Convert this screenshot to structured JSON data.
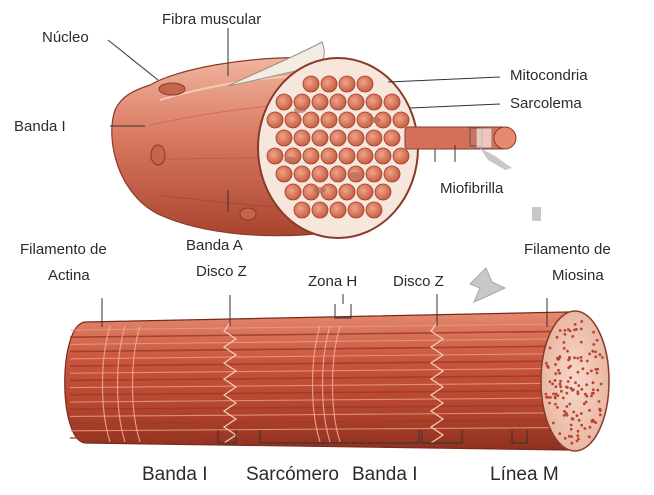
{
  "labels": {
    "nucleo": "Núcleo",
    "fibra_muscular": "Fibra muscular",
    "mitocondria": "Mitocondria",
    "sarcolema": "Sarcolema",
    "banda_i_top": "Banda I",
    "miofibrilla": "Miofibrilla",
    "filamento_actina_1": "Filamento de",
    "filamento_actina_2": "Actina",
    "banda_a": "Banda A",
    "disco_z_left": "Disco Z",
    "zona_h": "Zona H",
    "disco_z_right": "Disco Z",
    "filamento_miosina_1": "Filamento de",
    "filamento_miosina_2": "Miosina",
    "banda_i_bottom_left": "Banda I",
    "sarcomero": "Sarcómero",
    "banda_i_bottom_right": "Banda I",
    "linea_m": "Línea M"
  },
  "colors": {
    "muscle_light": "#e89a80",
    "muscle_mid": "#d4705a",
    "muscle_dark": "#a8432f",
    "fibril": "#e48a6e",
    "outline": "#7a2a1c",
    "sheath": "#f1e9de"
  }
}
